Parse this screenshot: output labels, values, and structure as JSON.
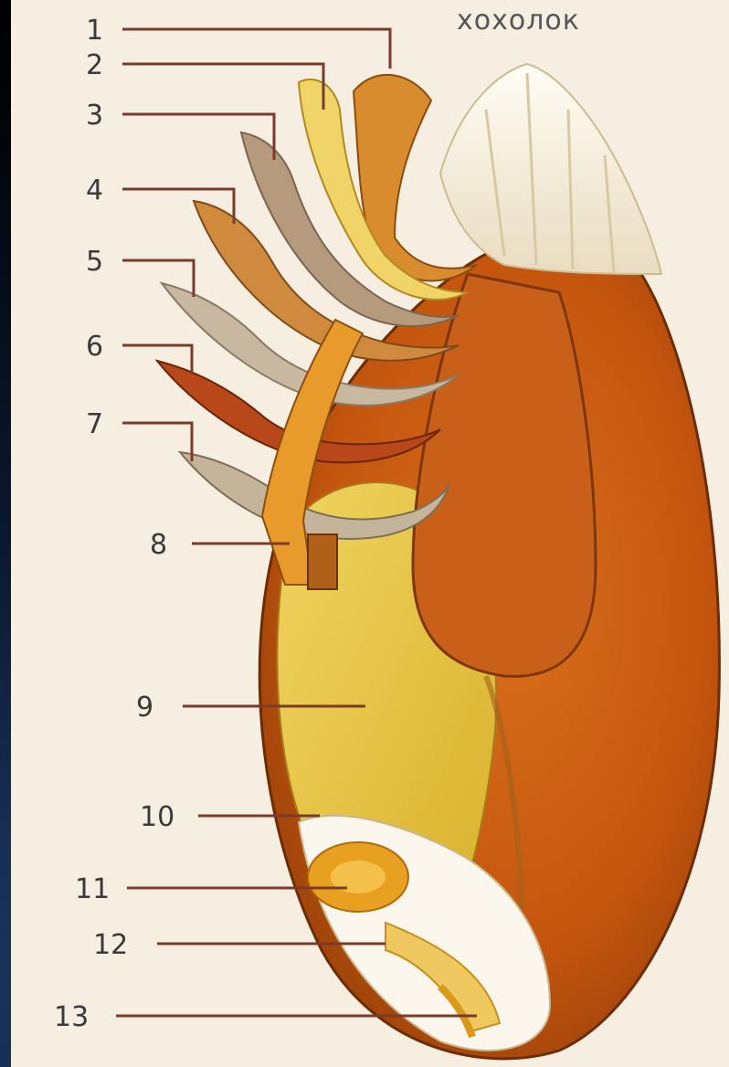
{
  "diagram": {
    "title": "хохолок",
    "labels": [
      "1",
      "2",
      "3",
      "4",
      "5",
      "6",
      "7",
      "8",
      "9",
      "10",
      "11",
      "12",
      "13"
    ],
    "colors": {
      "background": "#f6eee1",
      "outer_shell": "#c4550e",
      "endosperm": "#e8c43a",
      "embryo": "#e8a020",
      "leader_line": "#7a3b2a"
    }
  }
}
